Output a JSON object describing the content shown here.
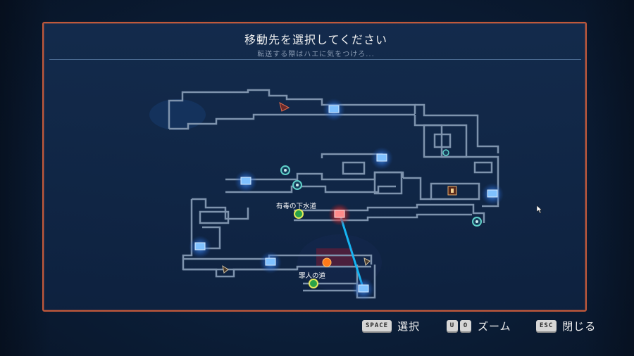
{
  "dialog": {
    "title": "移動先を選択してください",
    "subtitle": "転送する際はハエに気をつけろ..."
  },
  "map": {
    "locations": [
      {
        "label": "有毒の下水道",
        "status": "selected"
      },
      {
        "label": "罪人の道",
        "status": "current"
      }
    ],
    "icons": [
      "teleporter-icon",
      "gear-icon",
      "door-icon",
      "selected-teleporter-icon",
      "current-position-icon"
    ]
  },
  "footer": {
    "select": {
      "key": "SPACE",
      "label": "選択"
    },
    "zoom": {
      "key_left": "U",
      "key_right": "O",
      "label": "ズーム"
    },
    "close": {
      "key": "ESC",
      "label": "閉じる"
    }
  },
  "colors": {
    "panel_border": "#c0583a",
    "map_wall": "#7e93ad",
    "teleporter": "#3f8cff",
    "selected": "#ff4d4d",
    "route_line": "#16b4f2"
  }
}
